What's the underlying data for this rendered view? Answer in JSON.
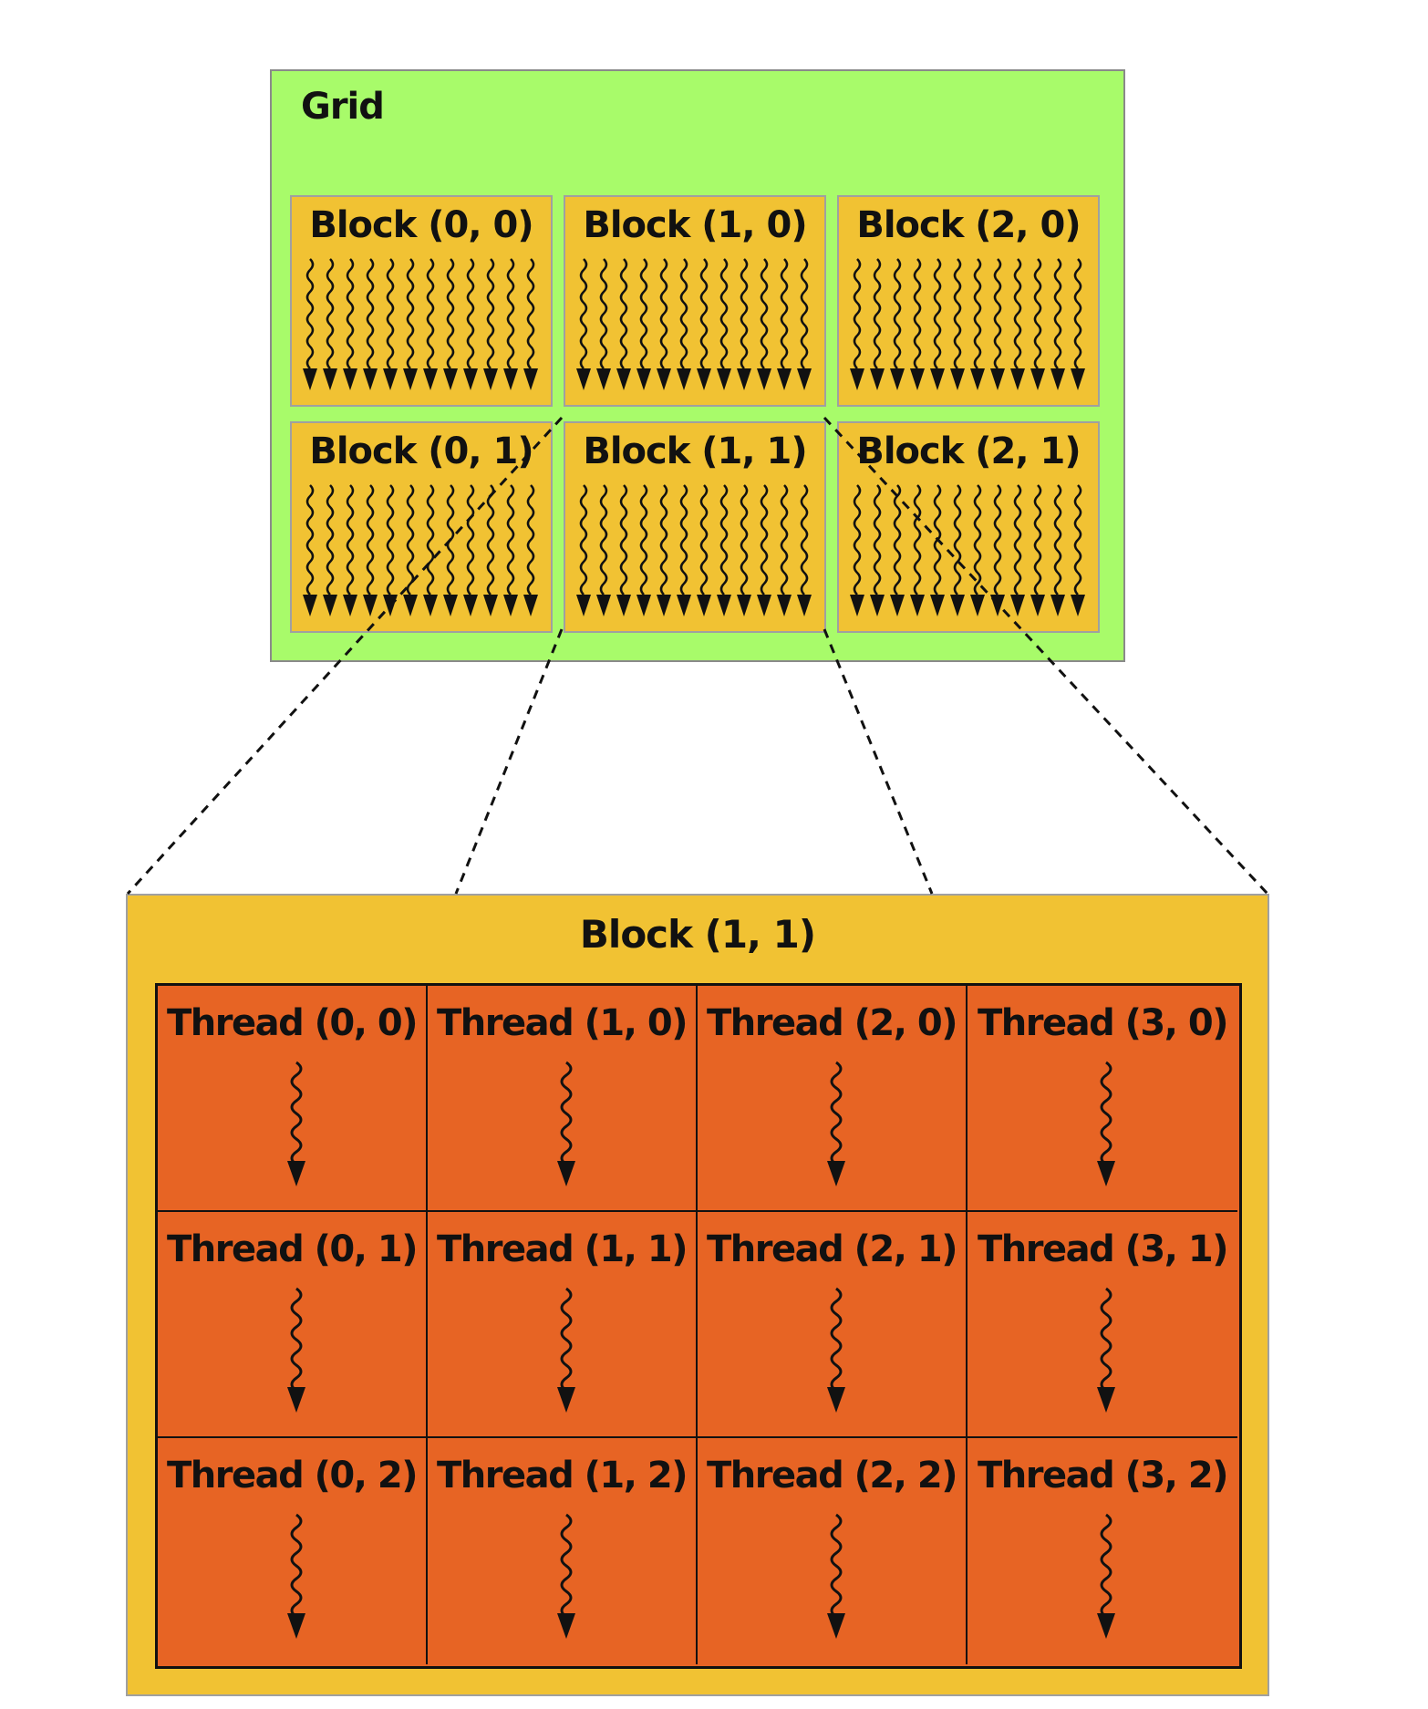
{
  "grid": {
    "title": "Grid",
    "blocks": [
      {
        "label": "Block (0, 0)"
      },
      {
        "label": "Block (1, 0)"
      },
      {
        "label": "Block (2, 0)"
      },
      {
        "label": "Block (0, 1)"
      },
      {
        "label": "Block (1, 1)"
      },
      {
        "label": "Block (2, 1)"
      }
    ]
  },
  "detail": {
    "title": "Block (1, 1)",
    "threads": [
      {
        "label": "Thread (0, 0)"
      },
      {
        "label": "Thread (1, 0)"
      },
      {
        "label": "Thread (2, 0)"
      },
      {
        "label": "Thread (3, 0)"
      },
      {
        "label": "Thread (0, 1)"
      },
      {
        "label": "Thread (1, 1)"
      },
      {
        "label": "Thread (2, 1)"
      },
      {
        "label": "Thread (3, 1)"
      },
      {
        "label": "Thread (0, 2)"
      },
      {
        "label": "Thread (1, 2)"
      },
      {
        "label": "Thread (2, 2)"
      },
      {
        "label": "Thread (3, 2)"
      }
    ]
  },
  "colors": {
    "grid_fill": "#a8fb6a",
    "block_fill": "#f1c233",
    "thread_fill": "#e76424",
    "ink": "#111111"
  }
}
